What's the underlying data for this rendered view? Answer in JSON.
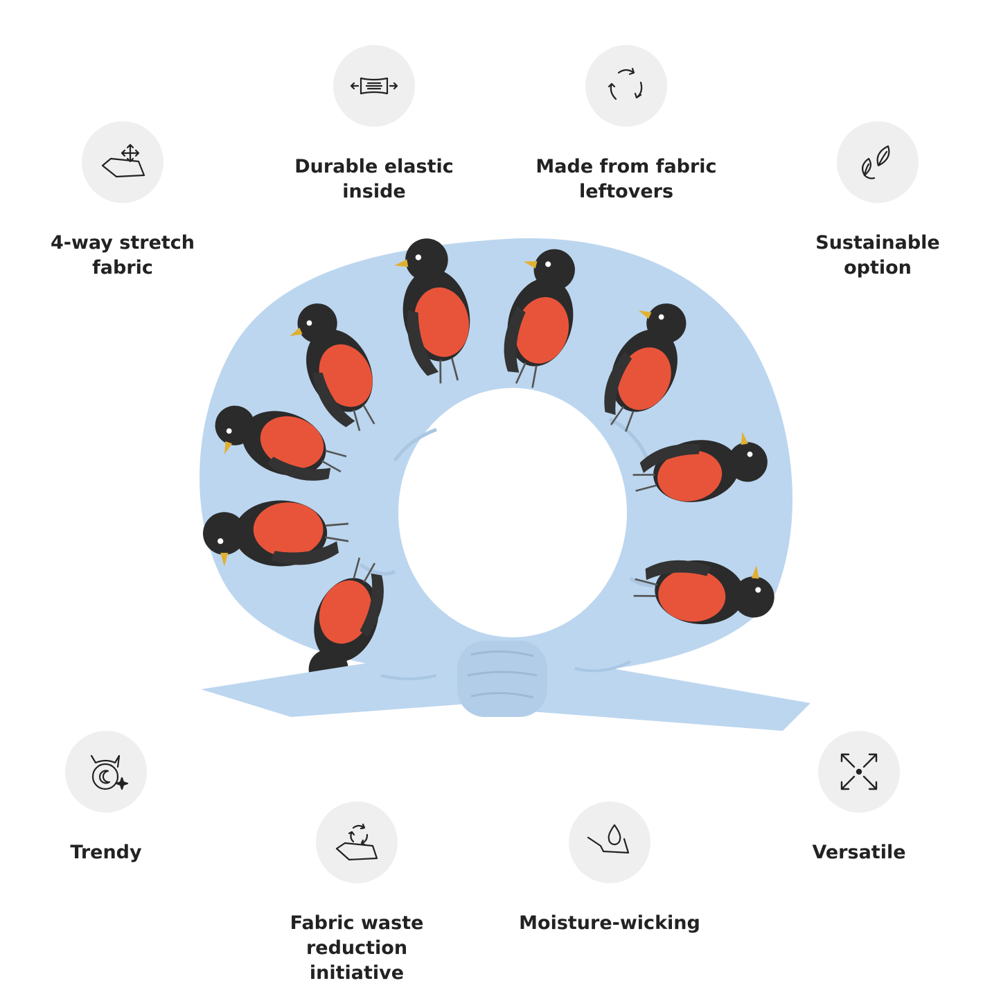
{
  "features": {
    "stretch": {
      "line1": "4-way stretch",
      "line2": "fabric",
      "icon": "stretch-fabric-icon"
    },
    "elastic": {
      "line1": "Durable elastic",
      "line2": "inside",
      "icon": "elastic-icon"
    },
    "leftovers": {
      "line1": "Made from fabric",
      "line2": "leftovers",
      "icon": "recycle-icon"
    },
    "sustainable": {
      "line1": "Sustainable",
      "line2": "option",
      "icon": "leaves-icon"
    },
    "trendy": {
      "line1": "Trendy",
      "line2": "",
      "icon": "trendy-icon"
    },
    "waste": {
      "line1": "Fabric waste reduction",
      "line2": "initiative",
      "icon": "fabric-recycle-icon"
    },
    "moisture": {
      "line1": "Moisture-wicking",
      "line2": "",
      "icon": "water-drop-icon"
    },
    "versatile": {
      "line1": "Versatile",
      "line2": "",
      "icon": "expand-arrows-icon"
    }
  },
  "colors": {
    "scrunchie": "#bcd6ef",
    "robin_breast": "#e8543a",
    "robin_body": "#2b2b2b",
    "icon_bg": "#efefef",
    "text": "#222222"
  }
}
